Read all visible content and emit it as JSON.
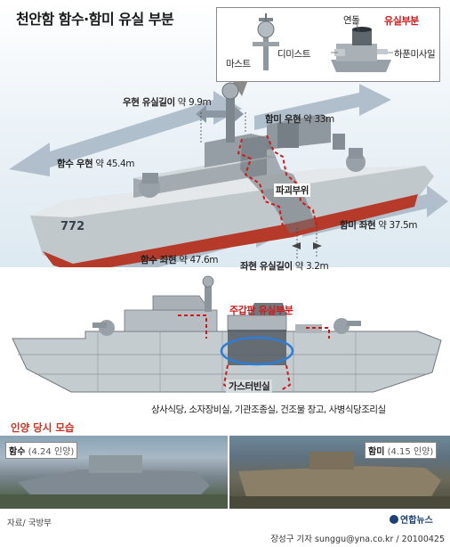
{
  "title": "천안함 함수·함미 유실 부분",
  "inset": {
    "heading": "유실부분",
    "labels": {
      "mast": "마스트",
      "demister": "디미스트",
      "funnel": "연돌",
      "harpoon": "하푼미사일"
    }
  },
  "upper": {
    "hull_number": "772",
    "right_side_lost_name": "우현 유실길이",
    "right_side_lost_value": "약 9.9m",
    "stern_right_name": "함미 우현",
    "stern_right_value": "약 33m",
    "bow_right_name": "함수 우현",
    "bow_right_value": "약 45.4m",
    "damage_area": "파괴부위",
    "stern_left_name": "함미 좌현",
    "stern_left_value": "약 37.5m",
    "bow_left_name": "함수 좌현",
    "bow_left_value": "약 47.6m",
    "left_side_lost_name": "좌현 유실길이",
    "left_side_lost_value": "약 3.2m"
  },
  "lower": {
    "main_deck_lost": "주갑판 유실부분",
    "gas_turbine_room": "가스터빈실",
    "rooms_caption": "상사식당, 소자장비실, 기관조종실, 건조물 창고, 사병식당조리실"
  },
  "photos": {
    "title": "인양 당시 모습",
    "bow": {
      "name": "함수",
      "date": "(4.24 인양)"
    },
    "stern": {
      "name": "함미",
      "date": "(4.15 인양)"
    }
  },
  "footer": {
    "source": "자료/ 국방부",
    "brand": "연합뉴스",
    "credit": "장성구 기자 sunggu@yna.co.kr / 20100425"
  },
  "colors": {
    "arrow": "#aab9c6",
    "hull_gray": "#9aa2a8",
    "hull_red": "#b63a2a",
    "damage_red": "#d21818",
    "highlight_blue": "#2d7dd6",
    "photo_title": "#d0301e"
  }
}
